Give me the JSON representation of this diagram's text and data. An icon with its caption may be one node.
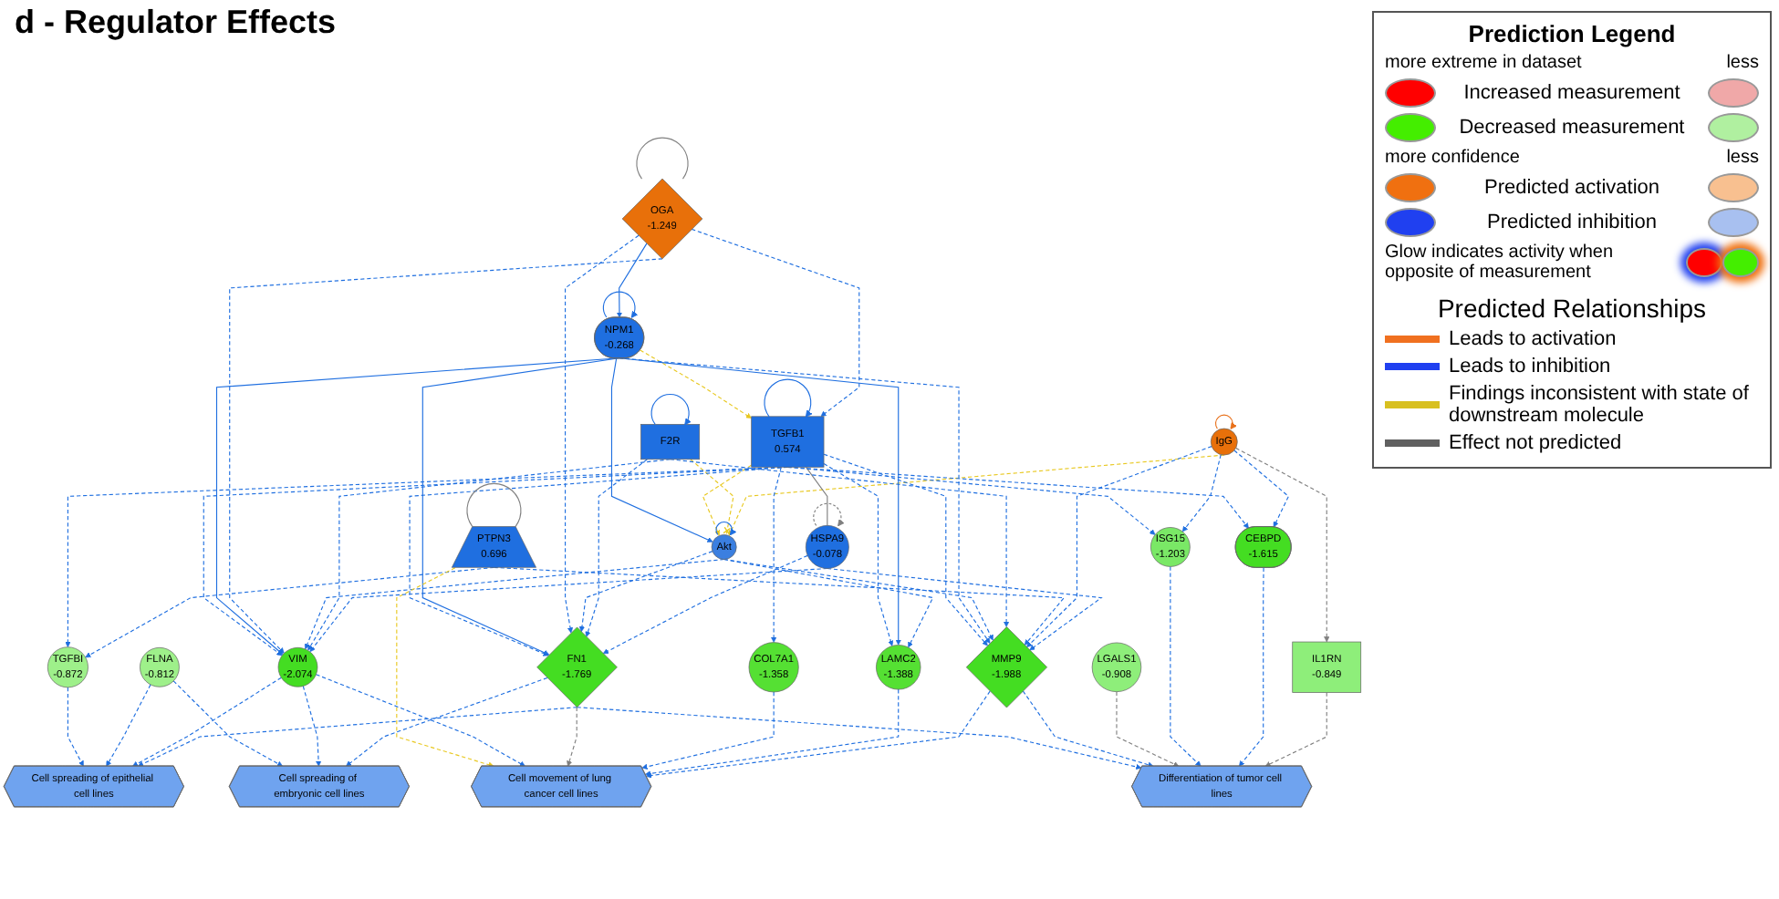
{
  "diagram": {
    "title": "d - Regulator Effects",
    "nodes": [
      {
        "text": [
          "TGFB1",
          "0.574"
        ]
      },
      {
        "text": [
          "NPM1",
          "-0.268"
        ]
      },
      {
        "text": [
          "OGA",
          "-1.249"
        ]
      },
      {
        "text": [
          "Akt"
        ]
      },
      {
        "text": [
          "F2R"
        ]
      },
      {
        "text": [
          "PTPN3",
          "0.696"
        ]
      },
      {
        "text": [
          "IgG"
        ]
      },
      {
        "text": [
          "HSPA9",
          "-0.078"
        ]
      },
      {
        "text": [
          "TGFBI",
          "-0.872"
        ]
      },
      {
        "text": [
          "FLNA",
          "-0.812"
        ]
      },
      {
        "text": [
          "VIM",
          "-2.074"
        ]
      },
      {
        "text": [
          "FN1",
          "-1.769"
        ]
      },
      {
        "text": [
          "COL7A1",
          "-1.358"
        ]
      },
      {
        "text": [
          "LAMC2",
          "-1.388"
        ]
      },
      {
        "text": [
          "MMP9",
          "-1.988"
        ]
      },
      {
        "text": [
          "LGALS1",
          "-0.908"
        ]
      },
      {
        "text": [
          "ISG15",
          "-1.203"
        ]
      },
      {
        "text": [
          "CEBPD",
          "-1.615"
        ]
      },
      {
        "text": [
          "IL1RN",
          "-0.849"
        ]
      },
      {
        "text": [
          "Cell spreading of epithelial cell lines"
        ]
      },
      {
        "text": [
          "Cell spreading of embryonic cell lines"
        ]
      },
      {
        "text": [
          "Cell movement of lung cancer cell lines"
        ]
      },
      {
        "text": [
          "Differentiation of tumor cell lines"
        ]
      }
    ],
    "edges": [
      {
        "from": 0,
        "to": 0,
        "arrow": "to"
      },
      {
        "from": 1,
        "to": 1,
        "arrow": "to"
      },
      {
        "from": 2,
        "to": 2,
        "arrow": "none",
        "color": "#808080"
      },
      {
        "from": 3,
        "to": 3,
        "arrow": "to"
      },
      {
        "from": 4,
        "to": 4,
        "arrow": "to"
      },
      {
        "from": 5,
        "to": 5,
        "arrow": "none",
        "color": "#808080"
      },
      {
        "from": 6,
        "to": 6,
        "arrow": "to",
        "color": "#e8701a"
      },
      {
        "from": 7,
        "to": 7,
        "arrow": "to",
        "style": "dashed",
        "color": "#808080"
      },
      {
        "from": 2,
        "to": 1,
        "arrow": "to"
      },
      {
        "from": 1,
        "to": 3,
        "arrow": "to"
      },
      {
        "from": 1,
        "to": 0,
        "arrow": "to",
        "style": "dashed",
        "color": "#e8c820"
      },
      {
        "from": 2,
        "to": 0,
        "arrow": "to",
        "style": "dashed"
      },
      {
        "from": 0,
        "to": 3,
        "arrow": "to",
        "style": "dashed",
        "color": "#e8c820"
      },
      {
        "from": 4,
        "to": 3,
        "arrow": "other",
        "style": "dashed",
        "color": "#e8c820"
      },
      {
        "from": 6,
        "to": 3,
        "arrow": "to",
        "style": "dashed",
        "color": "#e8c820"
      },
      {
        "from": 0,
        "to": 7,
        "arrow": "none",
        "color": "#808080"
      },
      {
        "from": 0,
        "to": 8,
        "arrow": "to",
        "style": "dashed"
      },
      {
        "from": 0,
        "to": 10,
        "arrow": "to",
        "style": "dashed"
      },
      {
        "from": 0,
        "to": 11,
        "arrow": "to",
        "style": "dashed"
      },
      {
        "from": 0,
        "to": 12,
        "arrow": "to",
        "style": "dashed"
      },
      {
        "from": 0,
        "to": 13,
        "arrow": "to",
        "style": "dashed"
      },
      {
        "from": 0,
        "to": 14,
        "arrow": "to",
        "style": "dashed"
      },
      {
        "from": 0,
        "to": 16,
        "arrow": "to",
        "style": "dashed"
      },
      {
        "from": 0,
        "to": 17,
        "arrow": "to",
        "style": "dashed"
      },
      {
        "from": 1,
        "to": 10,
        "arrow": "to"
      },
      {
        "from": 1,
        "to": 11,
        "arrow": "to"
      },
      {
        "from": 1,
        "to": 13,
        "arrow": "to"
      },
      {
        "from": 1,
        "to": 14,
        "arrow": "to",
        "style": "dashed"
      },
      {
        "from": 2,
        "to": 10,
        "arrow": "to",
        "style": "dashed"
      },
      {
        "from": 2,
        "to": 11,
        "arrow": "to",
        "style": "dashed"
      },
      {
        "from": 3,
        "to": 10,
        "arrow": "to",
        "style": "dashed"
      },
      {
        "from": 3,
        "to": 11,
        "arrow": "to",
        "style": "dashed"
      },
      {
        "from": 3,
        "to": 13,
        "arrow": "to",
        "style": "dashed"
      },
      {
        "from": 3,
        "to": 14,
        "arrow": "to",
        "style": "dashed"
      },
      {
        "from": 4,
        "to": 10,
        "arrow": "to",
        "style": "dashed"
      },
      {
        "from": 4,
        "to": 11,
        "arrow": "to",
        "style": "dashed"
      },
      {
        "from": 4,
        "to": 14,
        "arrow": "to",
        "style": "dashed"
      },
      {
        "from": 5,
        "to": 8,
        "arrow": "to",
        "style": "dashed"
      },
      {
        "from": 5,
        "to": 14,
        "arrow": "to",
        "style": "dashed"
      },
      {
        "from": 5,
        "to": 21,
        "arrow": "to",
        "style": "dashed",
        "color": "#e8c820"
      },
      {
        "from": 6,
        "to": 14,
        "arrow": "to",
        "style": "dashed"
      },
      {
        "from": 6,
        "to": 16,
        "arrow": "to",
        "style": "dashed"
      },
      {
        "from": 6,
        "to": 17,
        "arrow": "to",
        "style": "dashed"
      },
      {
        "from": 6,
        "to": 18,
        "arrow": "to",
        "style": "dashed",
        "color": "#808080"
      },
      {
        "from": 7,
        "to": 10,
        "arrow": "to",
        "style": "dashed"
      },
      {
        "from": 7,
        "to": 11,
        "arrow": "to",
        "style": "dashed"
      },
      {
        "from": 7,
        "to": 14,
        "arrow": "to",
        "style": "dashed"
      },
      {
        "from": 8,
        "to": 19,
        "arrow": "to",
        "style": "dashed"
      },
      {
        "from": 9,
        "to": 19,
        "arrow": "to",
        "style": "dashed"
      },
      {
        "from": 10,
        "to": 19,
        "arrow": "to",
        "style": "dashed"
      },
      {
        "from": 11,
        "to": 19,
        "arrow": "to",
        "style": "dashed"
      },
      {
        "from": 9,
        "to": 20,
        "arrow": "to",
        "style": "dashed"
      },
      {
        "from": 10,
        "to": 20,
        "arrow": "to",
        "style": "dashed"
      },
      {
        "from": 11,
        "to": 20,
        "arrow": "to",
        "style": "dashed"
      },
      {
        "from": 10,
        "to": 21,
        "arrow": "to",
        "style": "dashed"
      },
      {
        "from": 11,
        "to": 21,
        "arrow": "to",
        "style": "dashed",
        "color": "#808080"
      },
      {
        "from": 12,
        "to": 21,
        "arrow": "to",
        "style": "dashed"
      },
      {
        "from": 13,
        "to": 21,
        "arrow": "to",
        "style": "dashed"
      },
      {
        "from": 14,
        "to": 21,
        "arrow": "to",
        "style": "dashed"
      },
      {
        "from": 11,
        "to": 22,
        "arrow": "to",
        "style": "dashed"
      },
      {
        "from": 14,
        "to": 22,
        "arrow": "to",
        "style": "dashed"
      },
      {
        "from": 15,
        "to": 22,
        "arrow": "to",
        "style": "dashed",
        "color": "#808080"
      },
      {
        "from": 16,
        "to": 22,
        "arrow": "to",
        "style": "dashed"
      },
      {
        "from": 17,
        "to": 22,
        "arrow": "to",
        "style": "dashed"
      },
      {
        "from": 18,
        "to": 22,
        "arrow": "to",
        "style": "dashed",
        "color": "#808080"
      }
    ],
    "labels": [
      "Prediction Legend",
      "more extreme in dataset",
      "less",
      "more confidence",
      "less",
      "Predicted Relationships"
    ],
    "legend": [
      {
        "text": "Increased measurement",
        "color": "#ff0000"
      },
      {
        "text": "Decreased measurement",
        "color": "#44ee00"
      },
      {
        "text": "Predicted activation",
        "color": "#f07010"
      },
      {
        "text": "Predicted inhibition",
        "color": "#2040f0"
      },
      {
        "text": "Glow indicates activity when opposite of measurement"
      },
      {
        "text": "Leads to activation"
      },
      {
        "text": "Leads to inhibition"
      },
      {
        "text": "Findings inconsistent with state of downstream molecule"
      },
      {
        "text": "Effect not predicted"
      }
    ]
  }
}
